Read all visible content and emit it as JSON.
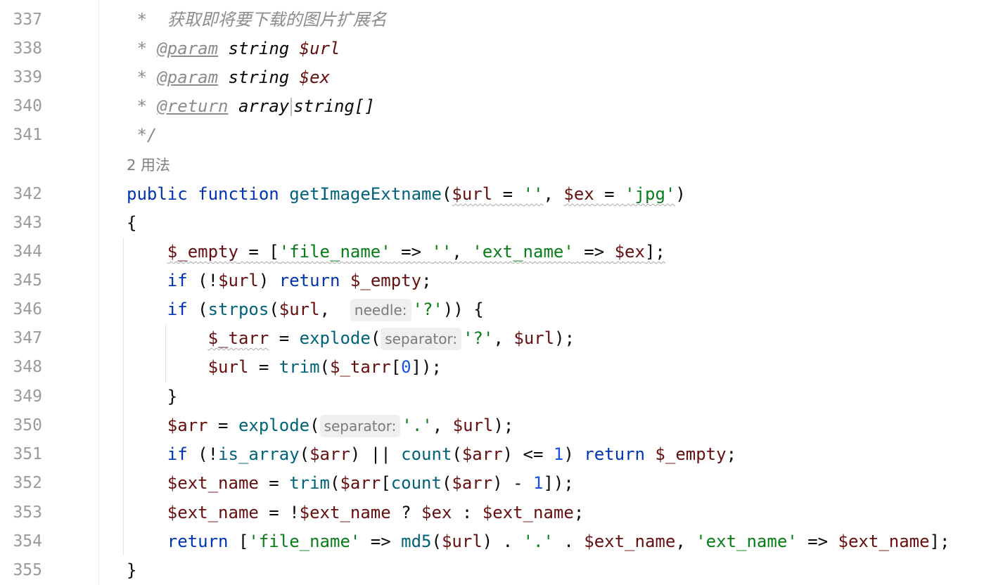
{
  "lines": [
    {
      "n": "337",
      "doc": "获取即将要下载的图片扩展名"
    },
    {
      "n": "338",
      "tag": "@param",
      "type": "string",
      "var": "$url"
    },
    {
      "n": "339",
      "tag": "@param",
      "type": "string",
      "var": "$ex"
    },
    {
      "n": "340",
      "tag": "@return",
      "type1": "array",
      "type2": "string[]"
    },
    {
      "n": "341",
      "close": "*/"
    },
    {
      "n": "342"
    },
    {
      "n": "343"
    },
    {
      "n": "344"
    },
    {
      "n": "345"
    },
    {
      "n": "346"
    },
    {
      "n": "347"
    },
    {
      "n": "348"
    },
    {
      "n": "349"
    },
    {
      "n": "350"
    },
    {
      "n": "351"
    },
    {
      "n": "352"
    },
    {
      "n": "353"
    },
    {
      "n": "354"
    },
    {
      "n": "355"
    }
  ],
  "usage_label": "2 用法",
  "code": {
    "kw_public": "public",
    "kw_function": "function",
    "kw_if": "if",
    "kw_return": "return",
    "fn_name": "getImageExtname",
    "var_url": "$url",
    "var_ex": "$ex",
    "var_empty": "$_empty",
    "var_tarr": "$_tarr",
    "var_arr": "$arr",
    "var_ext_name": "$ext_name",
    "str_empty": "''",
    "str_jpg": "'jpg'",
    "str_file_name": "'file_name'",
    "str_ext_name": "'ext_name'",
    "str_q": "'?'",
    "str_dot": "'.'",
    "num_0": "0",
    "num_1": "1",
    "fn_strpos": "strpos",
    "fn_explode": "explode",
    "fn_trim": "trim",
    "fn_is_array": "is_array",
    "fn_count": "count",
    "fn_md5": "md5",
    "hint_needle": "needle:",
    "hint_separator": "separator:"
  }
}
